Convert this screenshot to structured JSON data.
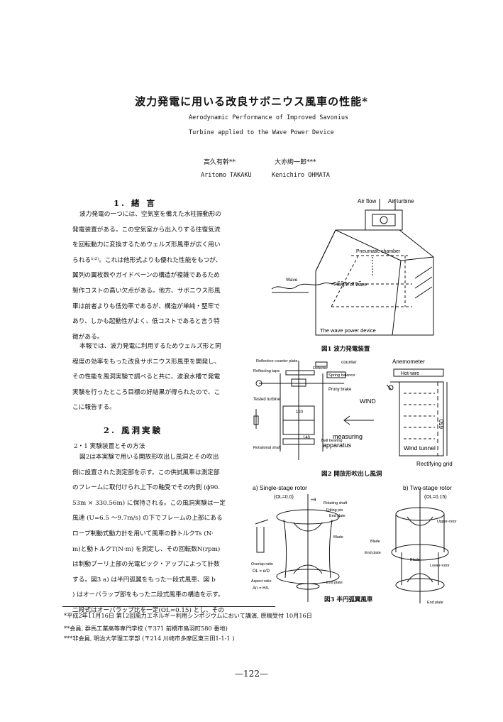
{
  "header": {
    "title_jp": "波力発電に用いる改良サボニウス風車の性能*",
    "title_en_line1": "Aerodynamic Performance of Improved Savonius",
    "title_en_line2": "Turbine applied to the Wave Power Device",
    "authors": [
      {
        "jp": "高久有幹**",
        "en": "Aritomo TAKAKU"
      },
      {
        "jp": "大亦絢一郎***",
        "en": "Kenichiro OHMATA"
      }
    ]
  },
  "sections": {
    "s1_heading": "1. 緒 言",
    "s1_paragraph1": [
      "波力発電の一つには、空気室を備えた水柱振動形の",
      "発電装置がある。この空気室から出入りする往復気流",
      "を回転動力に変換するためウェルズ形風車が広く用い",
      "られる¹⁾²⁾。これは他形式よりも優れた性能をもつが、",
      "翼列の翼枚数やガイドベーンの構造が複雑であるため",
      "製作コストの高い欠点がある。他方、サボニウス形風",
      "車は前者よりも低効率であるが、構造が単純・堅牢で",
      "あり、しかも起動性がよく、低コストであると言う特",
      "徴がある。"
    ],
    "s1_paragraph2": [
      "本報では、波力発電に利用するためウェルズ形と同",
      "程度の効率をもった改良サボニウス形風車を開発し、",
      "その性能を風洞実験で調べると共に、波浪水槽で発電",
      "実験を行ったところ目標の好結果が得られたので、こ",
      "こに報告する。"
    ],
    "s2_heading": "2. 風洞実験",
    "s2_1_heading": "2・1  実験装置とその方法",
    "s2_1_paragraph": [
      "図2は本実験で用いる開放形吹出し風洞とその吹出",
      "側に設置された測定部を示す。この供試風車は測定部",
      "のフレームに取付けられ上下の軸受でその内側 (ϕ90.",
      "53m × 330.56m) に保持される。この風洞実験は一定",
      "風速 (U=6.5 ～9.7m/s) の下でフレームの上部にある",
      "ロープ制動式動力計を用いて風車の静トルクTs (N·",
      "m)と動トルクT(N·m) を測定し、その回転数N(rpm)",
      "は制動プーリ上部の光電ピック・アップによって計数",
      "する。図3 a) は半円弧翼をもった一段式風車、図 b",
      ") はオーバラップ部をもった二段式風車の構造を示す。",
      "二段式はオーバラップ比を一定(OL=0.15) とし、その"
    ]
  },
  "figures": {
    "fig1": {
      "caption": "図1  波力発電装置",
      "labels": {
        "air_flow": "Air flow",
        "air_turbine": "Air turbine",
        "pneumatic_chamber": "Pneumatic chamber",
        "wave": "Wave",
        "height_of_wave": "Height of wave",
        "device": "The wave power device"
      }
    },
    "fig2": {
      "caption": "図2  開放形吹出し風洞",
      "labels": {
        "reflective_plate": "Reflective counter plate",
        "counter": "counter",
        "reflecting_tape": "Reflecting tape",
        "detecter": "Detecter",
        "spring_balance": "Spring balance",
        "prony_brake": "Prony brake",
        "tested_turbine": "Tested turbine",
        "wind": "WIND",
        "measuring": "measuring",
        "apparatus": "apparatus",
        "rotational_shaft": "Rotational shaft",
        "ball_bearing": "Ball bearing",
        "anemometer": "Anemometer",
        "hot_wire": "Hot-wire",
        "dim_650": "650",
        "dim_120": "120",
        "dim_140": "140",
        "wind_tunnel": "Wind tunnel",
        "rectifying_grid": "Rectifying grid"
      }
    },
    "fig3": {
      "caption": "図3  半円弧翼風車",
      "labels": {
        "single": "a) Single-stage rotor",
        "single_ol": "(OL=0.0)",
        "two": "b) Two-stage rotor",
        "two_ol": "(OL=0.15)",
        "rotating_shaft": "Rotating shaft",
        "fitting_pin": "Fitting pin",
        "end_plate": "End plate",
        "blade": "Blade",
        "overlap_ratio": "Overlap ratio",
        "overlap_formula": "OL = e/D",
        "aspect_ratio": "Aspect ratio",
        "aspect_formula": "An = H/L",
        "upper_rotor": "Upper-rotor",
        "lower_rotor": "Lower-rotor",
        "theta": "+θ"
      }
    }
  },
  "footnotes": [
    "*平成2年11月16日  第12回風力エネルギー利用シンポジウムにおいて講演, 原稿受付 10月16日",
    "**会員, 群馬工業高等専門学校 (〒371 前橋市鳥羽町580 番地)",
    "***非会員, 明治大学理工学部 (〒214 川崎市多摩区東三田1-1-1 )"
  ],
  "page_number": "—122—"
}
